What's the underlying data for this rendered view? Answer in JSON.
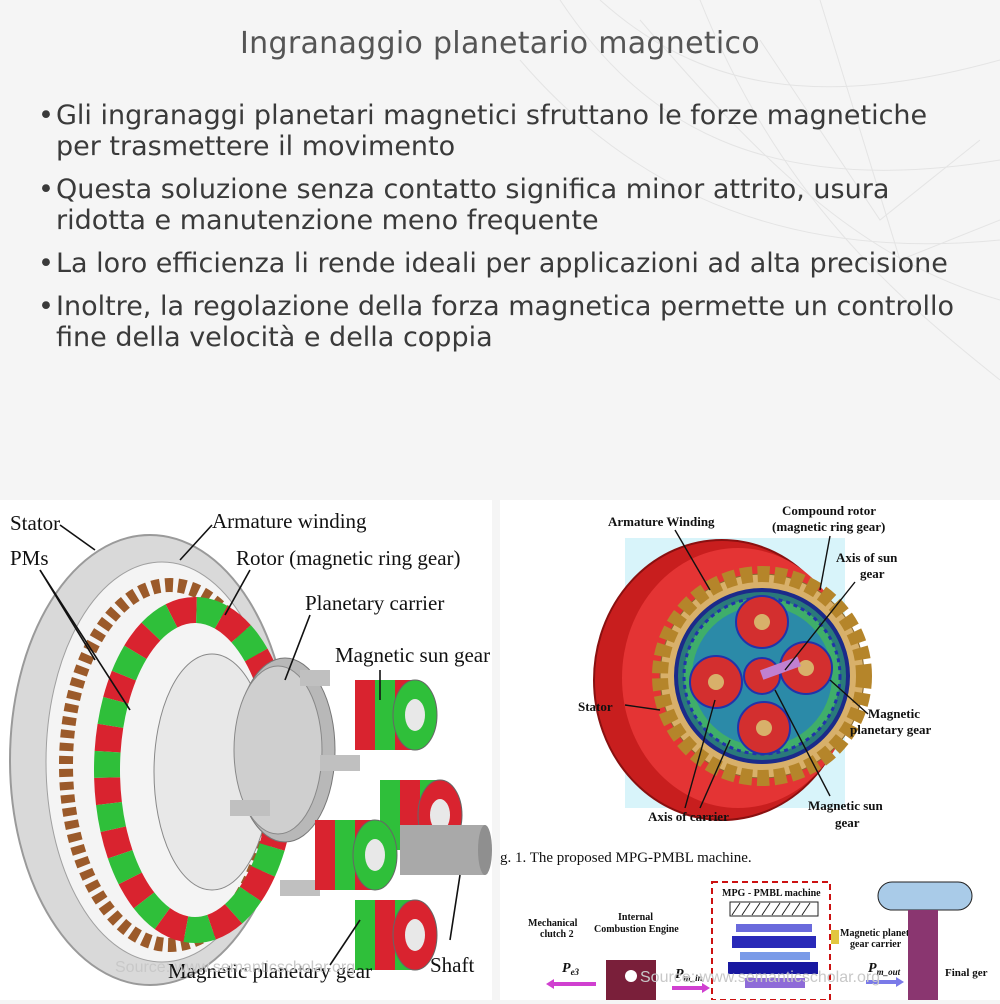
{
  "slide": {
    "title": "Ingranaggio planetario magnetico",
    "bullets": [
      "Gli ingranaggi planetari magnetici sfruttano le forze magnetiche per trasmettere il movimento",
      "Questa soluzione senza contatto significa minor attrito, usura ridotta e manutenzione meno frequente",
      "La loro efficienza li rende ideali per applicazioni ad alta precisione",
      "Inoltre, la regolazione della forza magnetica permette un controllo fine della velocità e della coppia"
    ]
  },
  "left_figure": {
    "labels": {
      "stator": "Stator",
      "pms": "PMs",
      "armature": "Armature winding",
      "rotor": "Rotor (magnetic ring gear)",
      "carrier": "Planetary carrier",
      "sun": "Magnetic sun gear",
      "planetary": "Magnetic planetary gear",
      "shaft": "Shaft"
    },
    "source": "Source: www.semanticscholar.org"
  },
  "right_figure": {
    "labels": {
      "armature": "Armature Winding",
      "compound_1": "Compound rotor",
      "compound_2": "(magnetic ring gear)",
      "axis_sun_1": "Axis of sun",
      "axis_sun_2": "gear",
      "stator": "Stator",
      "planetary_1": "Magnetic",
      "planetary_2": "planetary gear",
      "axis_carrier": "Axis of carrier",
      "sun_1": "Magnetic sun",
      "sun_2": "gear"
    },
    "caption": "g. 1.   The proposed MPG-PMBL machine.",
    "diagram": {
      "machine": "MPG - PMBL machine",
      "clutch_1": "Mechanical",
      "clutch_2": "clutch 2",
      "engine_1": "Internal",
      "engine_2": "Combustion Engine",
      "planet_1": "Magnetic planet",
      "planet_2": "gear carrier",
      "p_e3": "P",
      "p_e3_sub": "e3",
      "p_m_in": "P",
      "p_m_in_sub": "m_in",
      "p_m_out": "P",
      "p_m_out_sub": "m_out",
      "final": "Final ger"
    },
    "source": "Source: www.semanticscholar.org"
  }
}
